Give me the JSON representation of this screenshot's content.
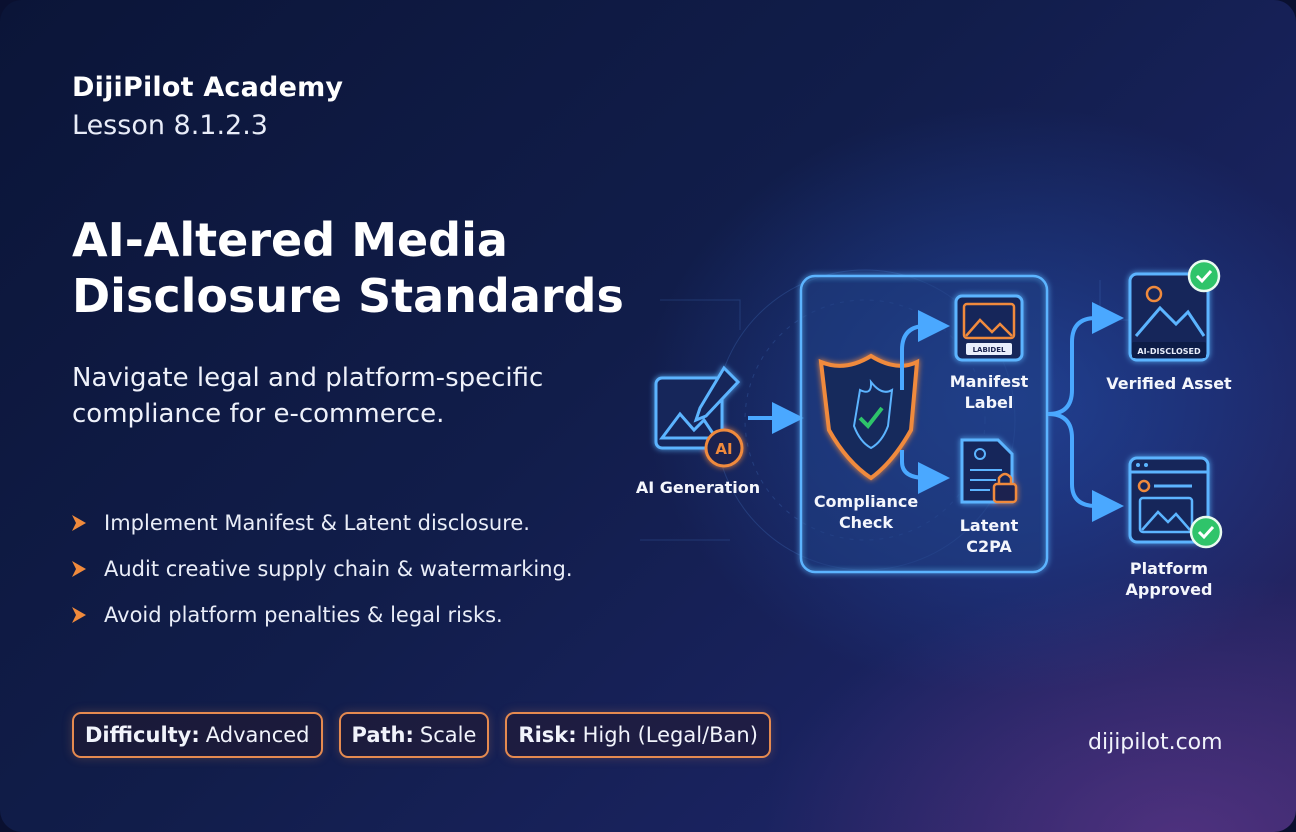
{
  "header": {
    "brand": "DijiPilot Academy",
    "lesson": "Lesson 8.1.2.3"
  },
  "hero": {
    "title_line1": "AI-Altered Media",
    "title_line2": "Disclosure Standards",
    "subtitle": "Navigate legal and platform-specific compliance for e-commerce."
  },
  "bullets": [
    "Implement Manifest & Latent disclosure.",
    "Audit creative supply chain & watermarking.",
    "Avoid platform penalties & legal risks."
  ],
  "badges": [
    {
      "key": "Difficulty:",
      "value": "Advanced"
    },
    {
      "key": "Path:",
      "value": "Scale"
    },
    {
      "key": "Risk:",
      "value": "High (Legal/Ban)"
    }
  ],
  "footer": {
    "site": "dijipilot.com"
  },
  "diagram": {
    "nodes": {
      "ai_generation": "AI Generation",
      "ai_badge": "AI",
      "compliance": "Compliance Check",
      "manifest": "Manifest Label",
      "manifest_tag": "LABIDEL",
      "latent": "Latent C2PA",
      "verified": "Verified Asset",
      "verified_tag": "AI-DISCLOSED",
      "platform": "Platform Approved"
    }
  },
  "colors": {
    "accent_orange": "#e58a50",
    "accent_blue": "#4aa8ff",
    "check_green": "#2fc46a"
  }
}
